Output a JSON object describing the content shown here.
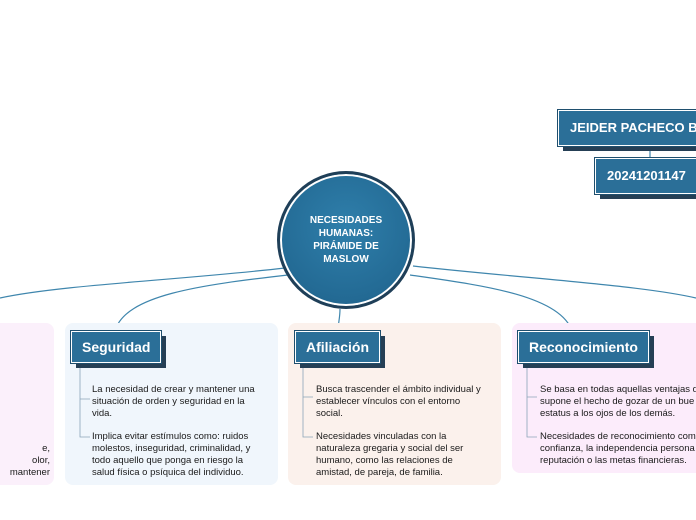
{
  "central": {
    "title": "NECESIDADES\nHUMANAS:\nPIRÁMIDE DE\nMASLOW"
  },
  "author": {
    "name": "JEIDER PACHECO BO",
    "id": "20241201147"
  },
  "left_fragment": {
    "lines": [
      "e,",
      "olor,",
      "mantener"
    ]
  },
  "branches": [
    {
      "label": "Seguridad",
      "paragraphs": [
        "La necesidad de crear y mantener una\nsituación de orden y seguridad en la\nvida.",
        "Implica evitar estímulos como: ruidos\nmolestos, inseguridad, criminalidad, y\ntodo aquello que ponga en riesgo la\nsalud física o psíquica del individuo."
      ]
    },
    {
      "label": "Afiliación",
      "paragraphs": [
        " Busca trascender el ámbito individual y\nestablecer vínculos con el entorno\nsocial.",
        "Necesidades vinculadas con la\nnaturaleza gregaria y social del ser\nhumano, como las relaciones de\namistad, de pareja, de familia."
      ]
    },
    {
      "label": "Reconocimiento",
      "paragraphs": [
        "Se basa en todas aquellas ventajas q\nsupone el hecho de gozar de un bue\nestatus a los ojos de los demás.",
        "Necesidades de reconocimiento com\nconfianza, la independencia persona\nreputación o las metas financieras."
      ]
    }
  ],
  "colors": {
    "node_fill": "#2b6f98",
    "node_shadow": "#253f55",
    "link": "#3f86ad",
    "panel_seguridad": "#f0f6fc",
    "panel_afiliacion": "#fbf1ec",
    "panel_reconocimiento": "#fcecfb"
  }
}
